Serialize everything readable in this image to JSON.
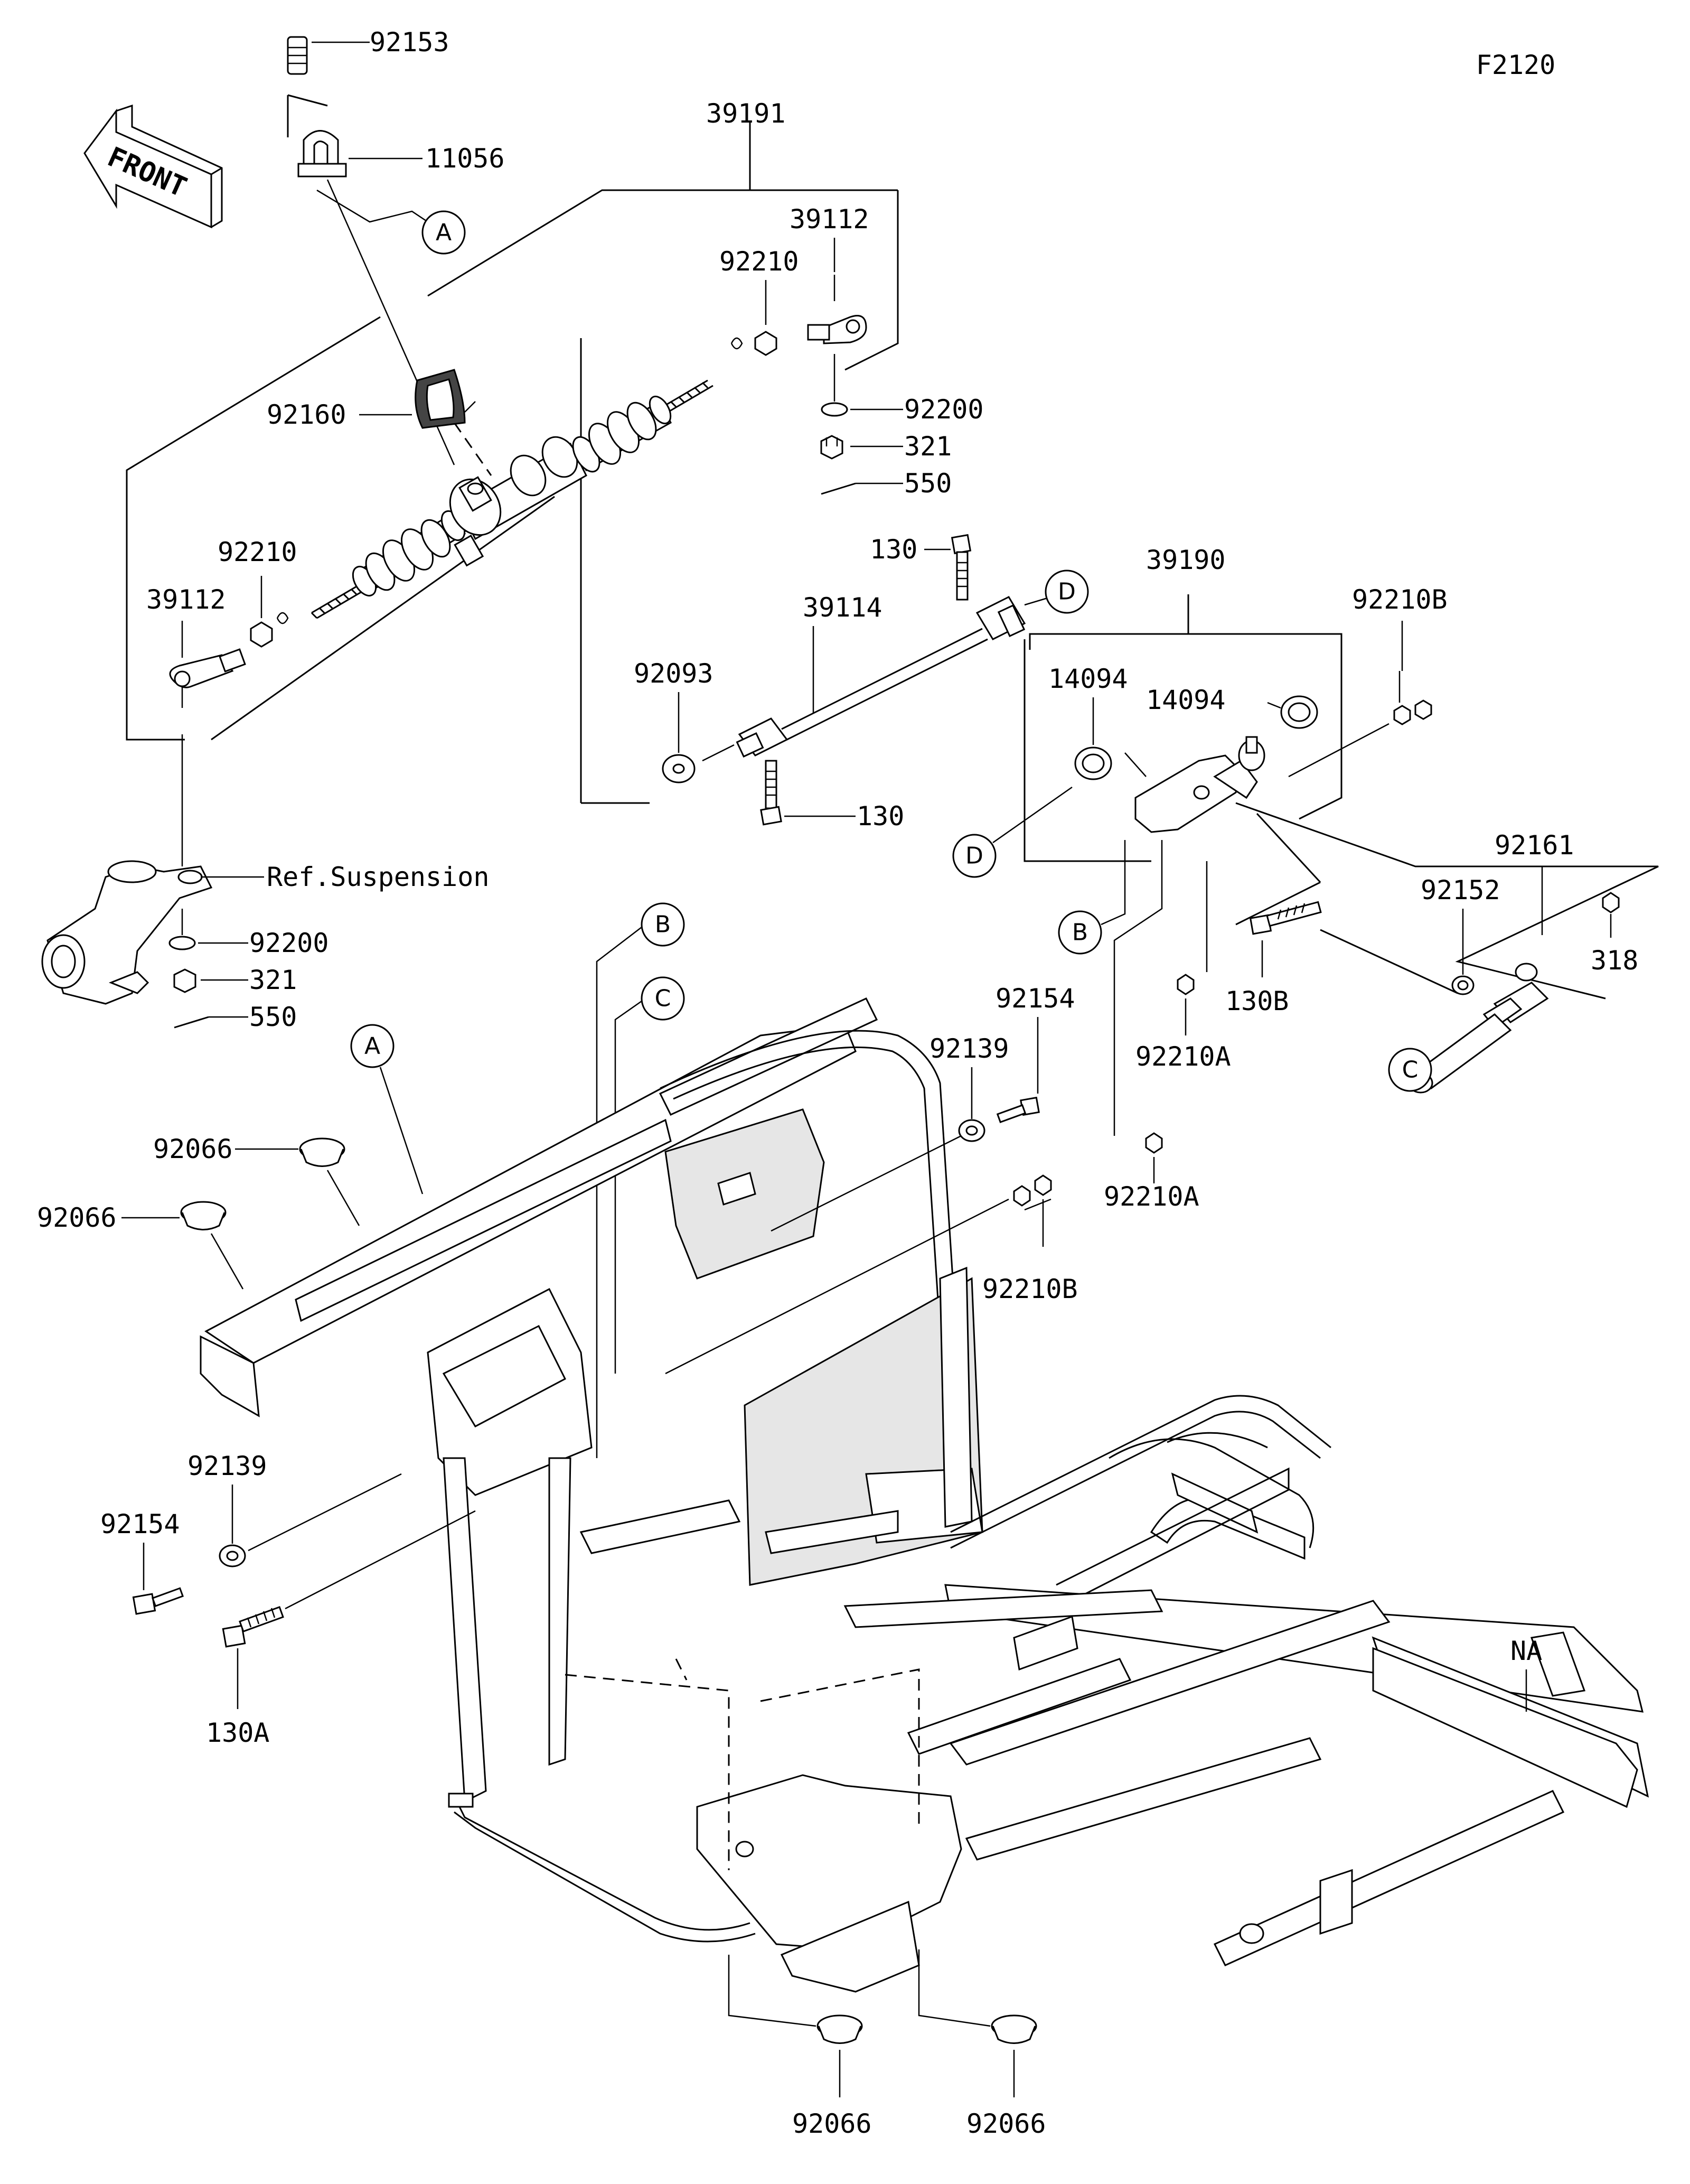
{
  "figure_code": "F2120",
  "front_label": "FRONT",
  "reference_label": "Ref.Suspension",
  "callouts": [
    "A",
    "B",
    "C",
    "D"
  ],
  "part_labels": {
    "p92153": "92153",
    "p11056": "11056",
    "p39191": "39191",
    "p39112_right": "39112",
    "p92210_right": "92210",
    "p92200_right": "92200",
    "p321_right": "321",
    "p550_right": "550",
    "p92160": "92160",
    "p92210_left": "92210",
    "p39112_left": "39112",
    "p92200_left": "92200",
    "p321_left": "321",
    "p550_left": "550",
    "p130_top": "130",
    "p39114": "39114",
    "p92093": "92093",
    "p130_bottom": "130",
    "p39190": "39190",
    "p14094_a": "14094",
    "p14094_b": "14094",
    "p92210B_top": "92210B",
    "p92161": "92161",
    "p92152": "92152",
    "p318": "318",
    "p130B": "130B",
    "p92210A_a": "92210A",
    "p92210A_b": "92210A",
    "p92139_right": "92139",
    "p92154_right": "92154",
    "p92210B_bottom": "92210B",
    "p92066_a": "92066",
    "p92066_b": "92066",
    "p92139_left": "92139",
    "p92154_left": "92154",
    "p130A": "130A",
    "pNA": "NA",
    "p92066_c": "92066",
    "p92066_d": "92066"
  },
  "colors": {
    "line": "#000000",
    "background": "#ffffff",
    "fill": "#ffffff"
  }
}
